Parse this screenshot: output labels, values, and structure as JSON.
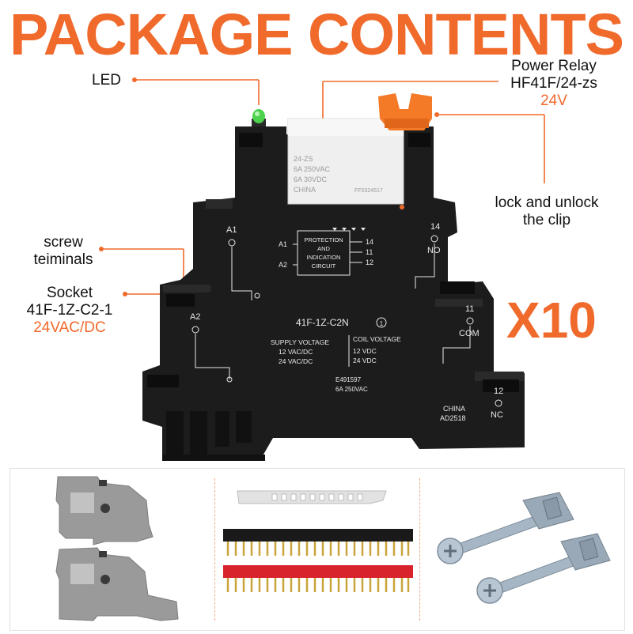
{
  "title": "PACKAGE CONTENTS",
  "quantity": "X10",
  "labels": {
    "led": "LED",
    "relay_line1": "Power Relay",
    "relay_line2": "HF41F/24-zs",
    "relay_voltage": "24V",
    "clip_line1": "lock and unlock",
    "clip_line2": "the clip",
    "screw_line1": "screw",
    "screw_line2": "teiminals",
    "socket_line1": "Socket",
    "socket_line2": "41F-1Z-C2-1",
    "socket_voltage": "24VAC/DC"
  },
  "relay_print": {
    "model": "24-ZS",
    "rating1": "6A  250VAC",
    "rating2": "6A  30VDC",
    "origin": "CHINA",
    "code": "FF0324517"
  },
  "socket_print": {
    "a1": "A1",
    "a2": "A2",
    "pin14": "14",
    "no": "NO",
    "pin11": "11",
    "com": "COM",
    "pin12": "12",
    "nc": "NC",
    "circuit_line1": "PROTECTION",
    "circuit_line2": "AND",
    "circuit_line3": "INDICATION",
    "circuit_line4": "CIRCUIT",
    "circ_a1": "A1",
    "circ_a2": "A2",
    "circ_14": "14",
    "circ_11": "11",
    "circ_12": "12",
    "model": "41F-1Z-C2N",
    "circle_mark": "1",
    "supply_header": "SUPPLY VOLTAGE",
    "supply_1": "12 VAC/DC",
    "supply_2": "24 VAC/DC",
    "coil_header": "COIL VOLTAGE",
    "coil_1": "12 VDC",
    "coil_2": "24 VDC",
    "cert": "E491597",
    "rating": "6A  250VAC",
    "origin": "CHINA",
    "batch": "AD2518"
  },
  "colors": {
    "accent": "#f06a2c",
    "socket_black": "#1c1c1c",
    "relay_white": "#efefef",
    "clip_orange": "#f47a28",
    "led_green": "#4ed24e",
    "end_stop_gray": "#9a9a9a",
    "jumper_red": "#d9232c",
    "jumper_black": "#1a1a1a",
    "pin_gold": "#c9a43a",
    "bolt_steel": "#a7b6c4"
  },
  "accessories": [
    "end-stop-brackets",
    "jumper-bridges",
    "mounting-screws"
  ]
}
